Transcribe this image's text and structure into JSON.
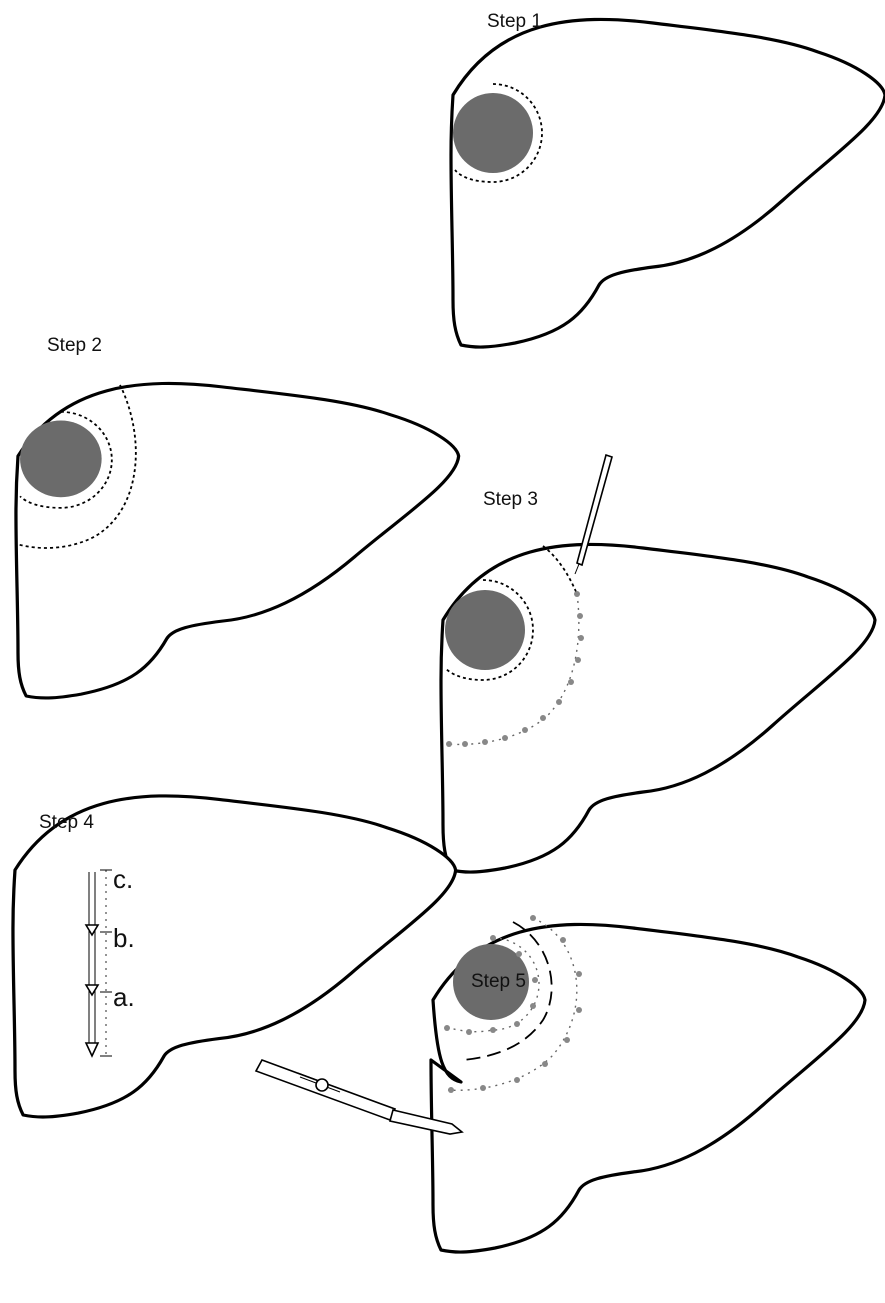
{
  "steps": [
    {
      "label": "Step 1"
    },
    {
      "label": "Step 2"
    },
    {
      "label": "Step 3"
    },
    {
      "label": "Step 4",
      "zones": [
        "c.",
        "b.",
        "a."
      ]
    },
    {
      "label": "Step 5"
    }
  ],
  "colors": {
    "tumor": "#6b6b6b",
    "outline": "#000000",
    "coagulation_marks": "#888888",
    "background": "#ffffff"
  }
}
